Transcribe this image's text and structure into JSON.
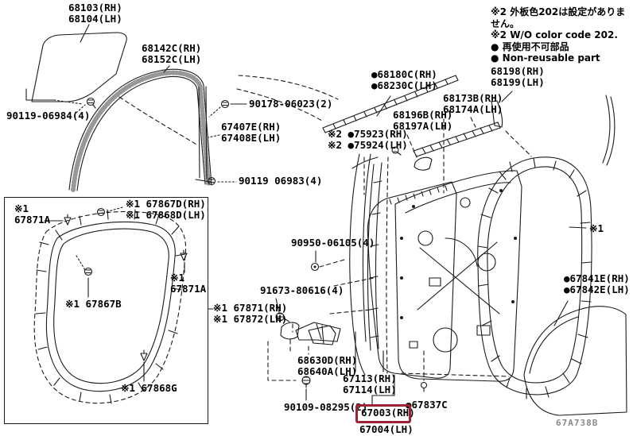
{
  "notes": {
    "note1_jp": "※2 外板色202は設定がありません。",
    "note1_en": "※2 W/O color code 202.",
    "note2_jp": "● 再使用不可部品",
    "note2_en": "● Non-reusable part"
  },
  "diagram_code": "67A738B",
  "colors": {
    "highlight": "#9b2335",
    "line": "#1a1a1a",
    "background": "#ffffff"
  },
  "parts": {
    "glass": {
      "line1": "68103(RH)",
      "line2": "68104(LH)"
    },
    "run_channel": {
      "line1": "68142C(RH)",
      "line2": "68152C(LH)"
    },
    "screw_06984": {
      "line1": "90119-06984(4)"
    },
    "screw_06023": {
      "line1": "90178-06023(2)"
    },
    "division_bar": {
      "line1": "67407E(RH)",
      "line2": "67408E(LH)"
    },
    "screw_06983": {
      "line1": "90119 06983(4)"
    },
    "clip_67871a_left": {
      "line1": "※1",
      "line2": "67871A"
    },
    "screw_67867d": {
      "line1": "※1 67867D(RH)",
      "line2": "※1 67868D(LH)"
    },
    "clip_67871a_right": {
      "line1": "※1",
      "line2": "67871A"
    },
    "screw_67867b": {
      "line1": "※1 67867B"
    },
    "clip_67868g": {
      "line1": "※1 67868G"
    },
    "grommet_06105": {
      "line1": "90950-06105(4)"
    },
    "bolt_80616": {
      "line1": "91673-80616(4)"
    },
    "weatherstrip_67871": {
      "line1": "※1 67871(RH)",
      "line2": "※1 67872(LH)"
    },
    "hinge": {
      "line1": "68630D(RH)",
      "line2": "68640A(LH)"
    },
    "bolt_08295": {
      "line1": "90109-08295(2)"
    },
    "outer_panel": {
      "line1": "67113(RH)",
      "line2": "67114(LH)"
    },
    "door_panel": {
      "line1": "67003(RH)",
      "line2": "67004(LH)"
    },
    "clip_67837c": {
      "line1": "●67837C"
    },
    "molding_68180c": {
      "line1": "●68180C(RH)",
      "line2": "●68230C(LH)"
    },
    "corner_68198": {
      "line1": "68198(RH)",
      "line2": "68199(LH)"
    },
    "molding_68173b": {
      "line1": "68173B(RH)",
      "line2": "68174A(LH)"
    },
    "pad_68196b": {
      "line1": "68196B(RH)",
      "line2": "68197A(LH)"
    },
    "tape_75923": {
      "line1": "※2 ●75923(RH)",
      "line2": "※2 ●75924(LH)"
    },
    "weatherstrip_ref": {
      "line1": "※1"
    },
    "quarter_glass": {
      "line1": "●67841E(RH)",
      "line2": "●67842E(LH)"
    }
  }
}
